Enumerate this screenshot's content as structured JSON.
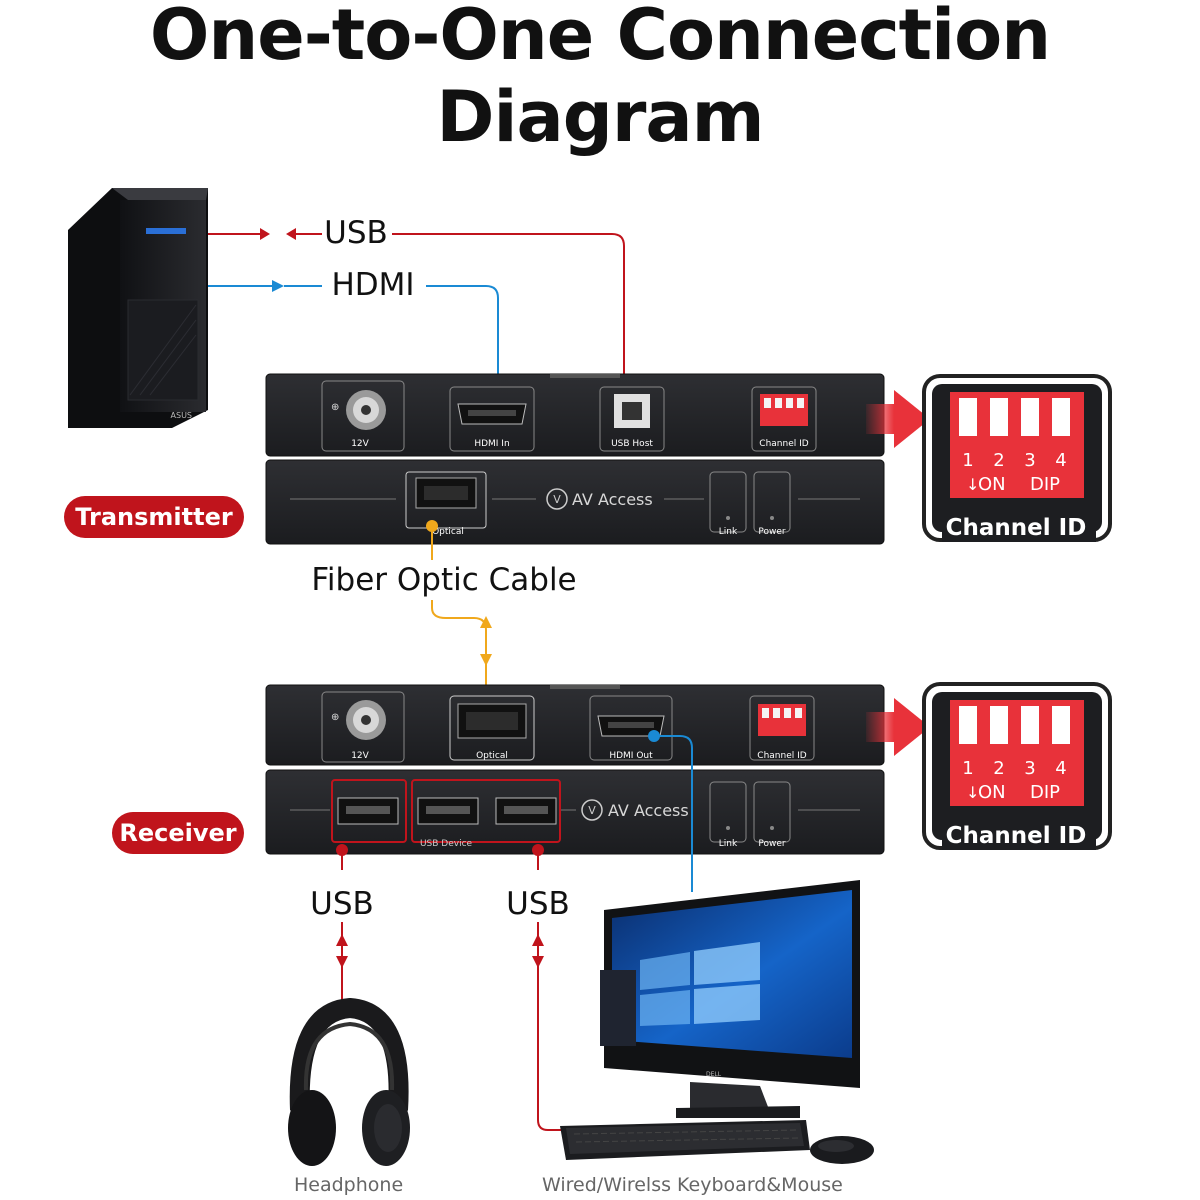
{
  "title": "One-to-One Connection Diagram",
  "transmitter": {
    "badge": "Transmitter",
    "ports": {
      "power": "12V",
      "hdmi": "HDMI In",
      "usb": "USB Host",
      "channel": "Channel ID",
      "optical": "Optical",
      "link": "Link",
      "power_led": "Power"
    },
    "brand": "AV Access"
  },
  "receiver": {
    "badge": "Receiver",
    "ports": {
      "power": "12V",
      "optical": "Optical",
      "hdmi": "HDMI Out",
      "channel": "Channel ID",
      "usb_device": "USB Device",
      "link": "Link",
      "power_led": "Power"
    },
    "brand": "AV Access"
  },
  "cables": {
    "usb_top": "USB",
    "hdmi_top": "HDMI",
    "fiber": "Fiber Optic Cable",
    "usb_left": "USB",
    "usb_right": "USB"
  },
  "dip_switch": {
    "numbers": [
      "1",
      "2",
      "3",
      "4"
    ],
    "on": "ON",
    "dip": "DIP",
    "caption": "Channel ID"
  },
  "devices": {
    "pc_brand": "ASUS",
    "monitor_brand": "DELL",
    "headphone": "Headphone",
    "keyboard_mouse": "Wired/Wirelss Keyboard&Mouse"
  },
  "colors": {
    "usb_line": "#c0141c",
    "hdmi_line": "#1a8ad4",
    "fiber_line": "#f0a81c",
    "device_body": "#222326",
    "badge": "#c0141c",
    "dip_red": "#e8323a"
  }
}
